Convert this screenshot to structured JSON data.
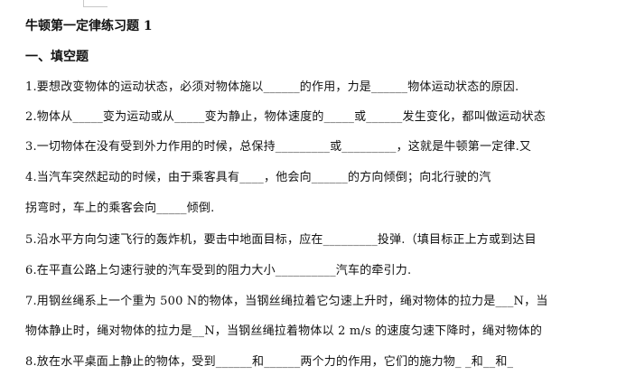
{
  "document": {
    "title": "牛顿第一定律练习题 1",
    "section": "一、填空题",
    "lines": [
      "1.要想改变物体的运动状态，必须对物体施以______的作用，力是______物体运动状态的原因.",
      "2.物体从_____变为运动或从_____变为静止，物体速度的_____或______发生变化，都叫做运动状态",
      "3.一切物体在没有受到外力作用的时候，总保持_________或_________，这就是牛顿第一定律.又",
      "4.当汽车突然起动的时候，由于乘客具有____，他会向______的方向倾倒；向北行驶的汽",
      "拐弯时，车上的乘客会向_____倾倒.",
      "5.沿水平方向匀速飞行的轰炸机，要击中地面目标，应在_________投弹.（填目标正上方或到达目",
      "6.在平直公路上匀速行驶的汽车受到的阻力大小__________汽车的牵引力.",
      "7.用钢丝绳系上一个重为 500 N的物体，当钢丝绳拉着它匀速上升时，绳对物体的拉力是___N，当",
      "物体静止时，绳对物体的拉力是__N，当钢丝绳拉着物体以 2 m/s 的速度匀速下降时，绳对物体的",
      "8.放在水平桌面上静止的物体，受到______和______两个力的作用，它们的施力物_ _和__和_"
    ]
  }
}
